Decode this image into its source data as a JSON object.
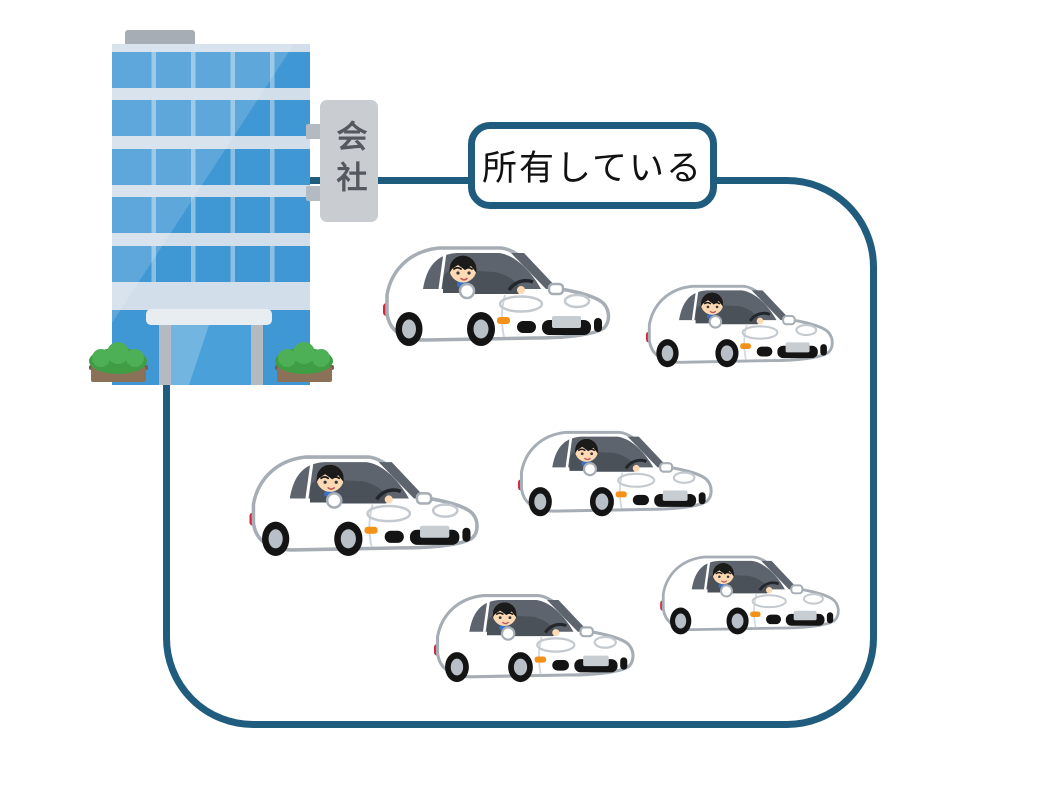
{
  "frame": {
    "border_color": "#1f5c7d"
  },
  "label": {
    "text": "所有している",
    "border_color": "#1f5c7d",
    "background": "#ffffff",
    "text_color": "#111111"
  },
  "building": {
    "sign_text": "会社",
    "sign_background": "#c9cdd2",
    "sign_text_color": "#54595f",
    "roof_color": "#a7adb5",
    "facade_window_color": "#3f97d3",
    "facade_band_color": "#d2deea",
    "entrance_glass_color": "#4aa0d8",
    "pillar_color": "#b3bac1",
    "canopy_color": "#e8edf2",
    "bush_color": "#3f9e44",
    "planter_color": "#8a7158"
  },
  "cars": {
    "count": 6,
    "body_color": "#ffffff",
    "outline_color": "#a6adb5",
    "window_color": "#5d646e",
    "driver_jacket_color": "#4a5158",
    "driver_skin_color": "#fdd9b4",
    "driver_hair_color": "#1b1b1b",
    "wheel_color": "#141414",
    "hubcap_color": "#b9bfc6",
    "indicator_color": "#f39119",
    "taillight_color": "#d6263e",
    "plate_color": "#c8cdd2"
  }
}
